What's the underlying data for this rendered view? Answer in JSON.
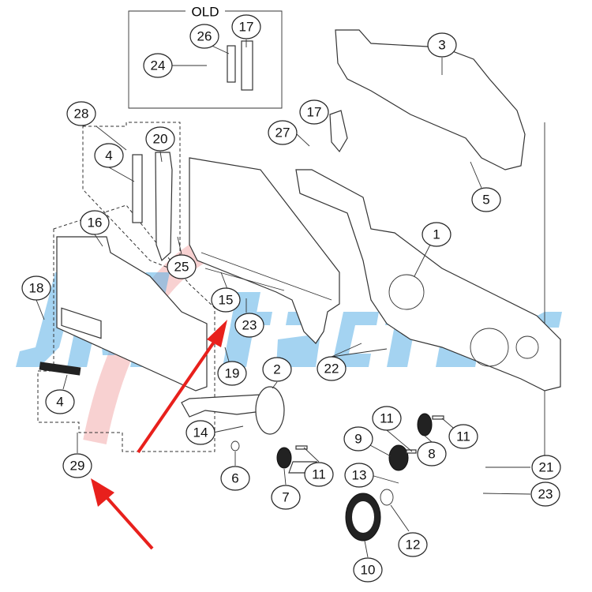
{
  "diagram": {
    "old_label": "OLD",
    "watermark": "JM factor",
    "arrow_color": "#e8201c",
    "callouts": [
      "26",
      "17",
      "24",
      "3",
      "28",
      "20",
      "4",
      "17",
      "27",
      "5",
      "1",
      "16",
      "25",
      "18",
      "15",
      "23",
      "19",
      "22",
      "2",
      "4",
      "14",
      "29",
      "6",
      "7",
      "11",
      "9",
      "11",
      "8",
      "11",
      "13",
      "21",
      "23",
      "12",
      "10"
    ]
  }
}
